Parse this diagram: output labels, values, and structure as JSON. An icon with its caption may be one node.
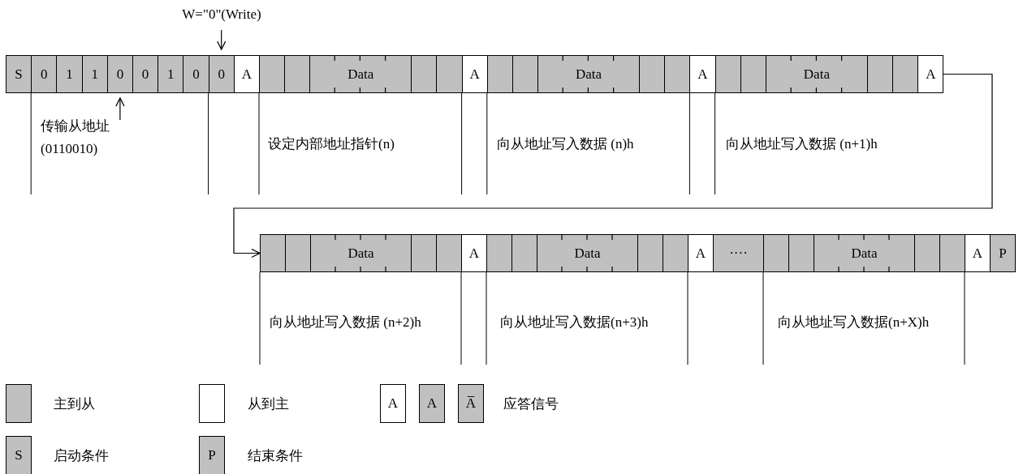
{
  "diagram": {
    "nodes": [
      {
        "text": [
          "W=\"0\"(Write)"
        ]
      },
      {
        "text": [
          "S"
        ]
      },
      {
        "text": [
          "0"
        ]
      },
      {
        "text": [
          "1"
        ]
      },
      {
        "text": [
          "1"
        ]
      },
      {
        "text": [
          "0"
        ]
      },
      {
        "text": [
          "0"
        ]
      },
      {
        "text": [
          "1"
        ]
      },
      {
        "text": [
          "0"
        ]
      },
      {
        "text": [
          "0"
        ]
      },
      {
        "text": [
          "A"
        ]
      },
      {
        "text": [],
        "shape": "box"
      },
      {
        "text": [],
        "shape": "box"
      },
      {
        "text": [
          "Data"
        ]
      },
      {
        "text": [],
        "shape": "box"
      },
      {
        "text": [],
        "shape": "box"
      },
      {
        "text": [
          "A"
        ]
      },
      {
        "text": [],
        "shape": "box"
      },
      {
        "text": [],
        "shape": "box"
      },
      {
        "text": [
          "Data"
        ]
      },
      {
        "text": [],
        "shape": "box"
      },
      {
        "text": [],
        "shape": "box"
      },
      {
        "text": [
          "A"
        ]
      },
      {
        "text": [],
        "shape": "box"
      },
      {
        "text": [],
        "shape": "box"
      },
      {
        "text": [
          "Data"
        ]
      },
      {
        "text": [],
        "shape": "box"
      },
      {
        "text": [],
        "shape": "box"
      },
      {
        "text": [
          "A"
        ]
      },
      {
        "text": [],
        "shape": "box"
      },
      {
        "text": [],
        "shape": "box"
      },
      {
        "text": [
          "Data"
        ]
      },
      {
        "text": [],
        "shape": "box"
      },
      {
        "text": [],
        "shape": "box"
      },
      {
        "text": [
          "A"
        ]
      },
      {
        "text": [],
        "shape": "box"
      },
      {
        "text": [],
        "shape": "box"
      },
      {
        "text": [
          "Data"
        ]
      },
      {
        "text": [],
        "shape": "box"
      },
      {
        "text": [],
        "shape": "box"
      },
      {
        "text": [
          "A"
        ]
      },
      {
        "text": [
          "····"
        ]
      },
      {
        "text": [],
        "shape": "box"
      },
      {
        "text": [],
        "shape": "box"
      },
      {
        "text": [
          "Data"
        ]
      },
      {
        "text": [],
        "shape": "box"
      },
      {
        "text": [],
        "shape": "box"
      },
      {
        "text": [
          "A"
        ]
      },
      {
        "text": [
          "P"
        ]
      }
    ],
    "edges": [
      {
        "from": 0,
        "to": 9,
        "arrow": "to"
      },
      {
        "from": null,
        "to": 5,
        "arrow": "to"
      },
      {
        "from": 28,
        "to": 29,
        "arrow": "to"
      }
    ],
    "labels": [
      "传输从地址 (0110010)",
      "设定内部地址指针(n)",
      "向从地址写入数据 (n)h",
      "向从地址写入数据 (n+1)h",
      "向从地址写入数据 (n+2)h",
      "向从地址写入数据(n+3)h",
      "向从地址写入数据(n+X)h",
      "A",
      "A",
      "A̅",
      "S",
      "P"
    ],
    "legend": [
      {
        "text": "主到从",
        "color": "#c0c0c0"
      },
      {
        "text": "从到主",
        "color": "#ffffff"
      },
      {
        "text": "应答信号"
      },
      {
        "text": "启动条件"
      },
      {
        "text": "结束条件"
      }
    ]
  }
}
